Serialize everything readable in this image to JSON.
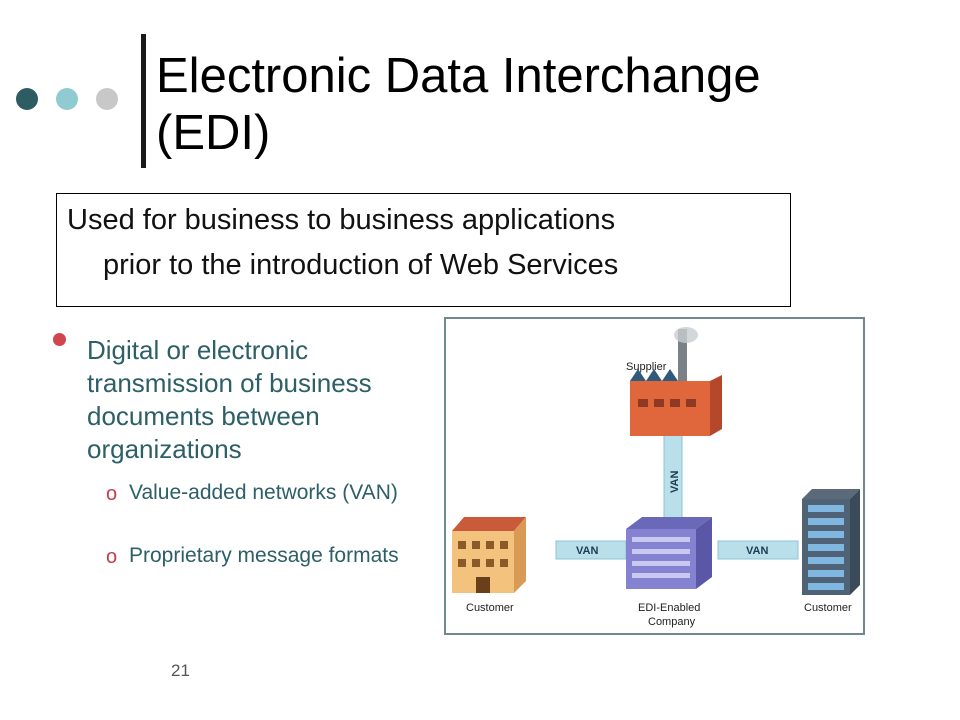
{
  "slide": {
    "title": "Electronic Data Interchange (EDI)",
    "callout_line1": "Used for business to business applications",
    "callout_line2": "prior to the introduction of Web Services",
    "bullet": "Digital or electronic transmission of business documents between organizations",
    "sub_bullets": [
      "Value-added networks (VAN)",
      "Proprietary message formats"
    ],
    "sub_marker": "o",
    "page_number": "21"
  },
  "diagram": {
    "supplier": "Supplier",
    "customer_left": "Customer",
    "customer_right": "Customer",
    "company_line1": "EDI-Enabled",
    "company_line2": "Company",
    "van_top": "VAN",
    "van_left": "VAN",
    "van_right": "VAN"
  },
  "colors": {
    "dots": [
      "#2e5c63",
      "#8fcbd1",
      "#c8c8c8"
    ],
    "bullet": "#d0454f",
    "body_text": "#2c5f67",
    "frame": "#6f8a8f"
  }
}
